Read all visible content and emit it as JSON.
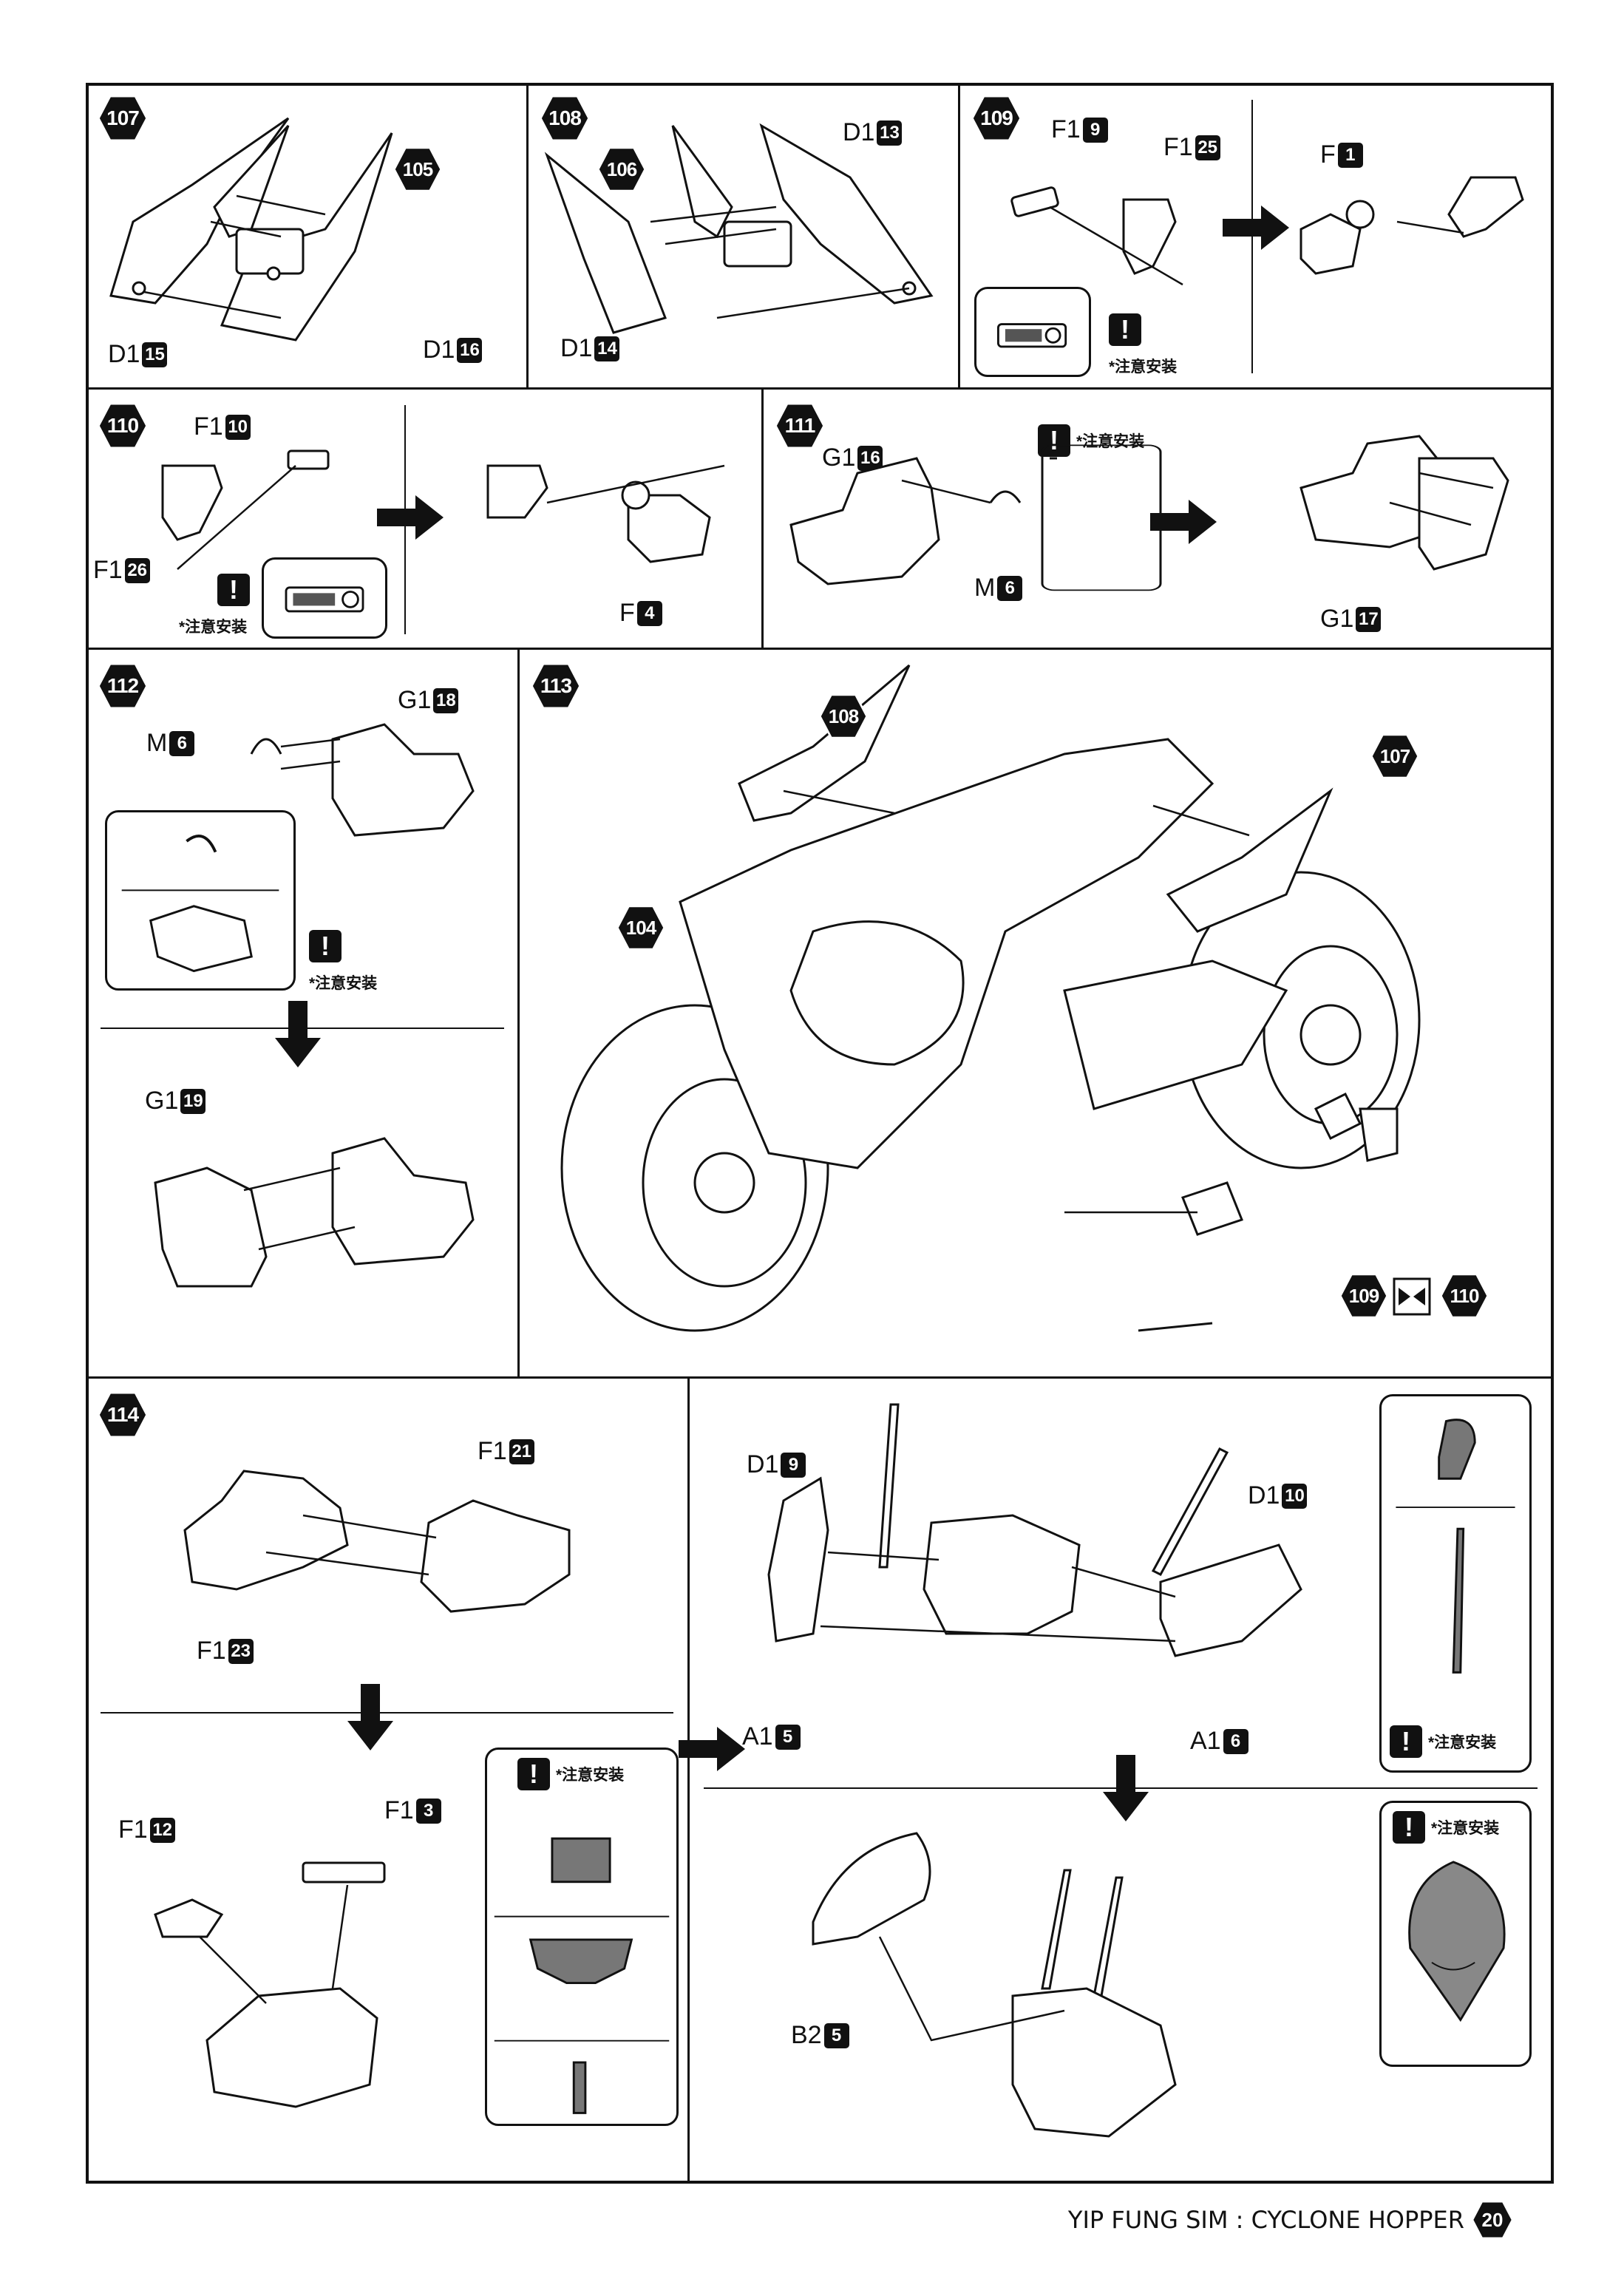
{
  "steps": {
    "s107": "107",
    "s108": "108",
    "s109": "109",
    "s110": "110",
    "s111": "111",
    "s112": "112",
    "s113": "113",
    "s114": "114"
  },
  "callouts": {
    "c105": "105",
    "c106": "106",
    "c108": "108",
    "c107": "107",
    "c104": "104",
    "c109": "109",
    "c110": "110"
  },
  "labels": {
    "d1": "D1",
    "f1": "F1",
    "f": "F",
    "g1": "G1",
    "m": "M",
    "a1": "A1",
    "b2": "B2",
    "n15": "15",
    "n16": "16",
    "n13": "13",
    "n14": "14",
    "n9": "9",
    "n25": "25",
    "n1": "1",
    "n10": "10",
    "n26": "26",
    "n4": "4",
    "n16b": "16",
    "n6": "6",
    "n17": "17",
    "n18": "18",
    "n19": "19",
    "n21": "21",
    "n23": "23",
    "n12": "12",
    "n3": "3",
    "n9b": "9",
    "n10b": "10",
    "n5": "5",
    "n6b": "6",
    "n5b": "5"
  },
  "notes": {
    "text": "*注意安装",
    "mark": "!"
  },
  "footer": {
    "title": "YIP FUNG SIM : CYCLONE HOPPER",
    "page": "20"
  },
  "icons": [
    "step-hexagon-icon",
    "warning-icon",
    "arrow-right-icon",
    "arrow-down-icon",
    "combine-icon"
  ]
}
